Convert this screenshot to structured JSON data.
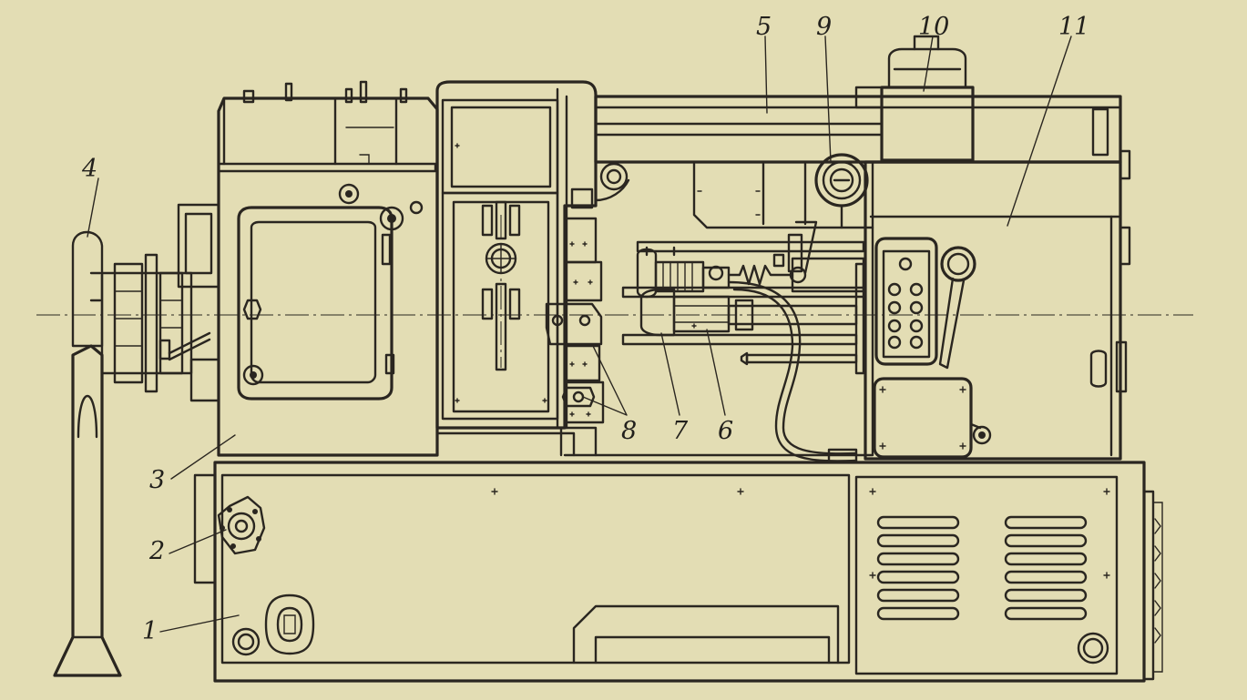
{
  "diagram": {
    "callouts": [
      {
        "id": "1",
        "label": "1"
      },
      {
        "id": "2",
        "label": "2"
      },
      {
        "id": "3",
        "label": "3"
      },
      {
        "id": "4",
        "label": "4"
      },
      {
        "id": "5",
        "label": "5"
      },
      {
        "id": "6",
        "label": "6"
      },
      {
        "id": "7",
        "label": "7"
      },
      {
        "id": "8",
        "label": "8"
      },
      {
        "id": "9",
        "label": "9"
      },
      {
        "id": "10",
        "label": "10"
      },
      {
        "id": "11",
        "label": "11"
      }
    ],
    "colors": {
      "paper": "#e3ddb4",
      "ink": "#2a2620"
    }
  }
}
